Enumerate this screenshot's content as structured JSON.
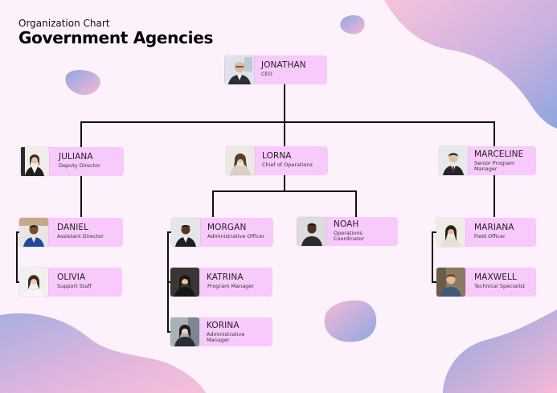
{
  "header": {
    "subtitle": "Organization Chart",
    "title": "Government Agencies"
  },
  "colors": {
    "background": "#fdf1fb",
    "node_fill": "#f8c9fb",
    "connector": "#111111",
    "blob_blue": "#8ea6de",
    "blob_pink": "#f6b8d8"
  },
  "people": {
    "jonathan": {
      "name": "JONATHAN",
      "role": "CEO"
    },
    "juliana": {
      "name": "JULIANA",
      "role": "Deputy Director"
    },
    "lorna": {
      "name": "LORNA",
      "role": "Chief of Operations"
    },
    "marceline": {
      "name": "MARCELINE",
      "role1": "Senior Program",
      "role2": "Manager"
    },
    "daniel": {
      "name": "DANIEL",
      "role": "Assistant Director"
    },
    "olivia": {
      "name": "OLIVIA",
      "role": "Support Staff"
    },
    "morgan": {
      "name": "MORGAN",
      "role": "Administrative Officer"
    },
    "katrina": {
      "name": "KATRINA",
      "role": "Program Manager"
    },
    "korina": {
      "name": "KORINA",
      "role1": "Administrative",
      "role2": "Manager"
    },
    "noah": {
      "name": "NOAH",
      "role1": "Operations",
      "role2": "Coordinator"
    },
    "mariana": {
      "name": "MARIANA",
      "role": "Field Officer"
    },
    "maxwell": {
      "name": "MAXWELL",
      "role": "Technical Specialist"
    }
  }
}
